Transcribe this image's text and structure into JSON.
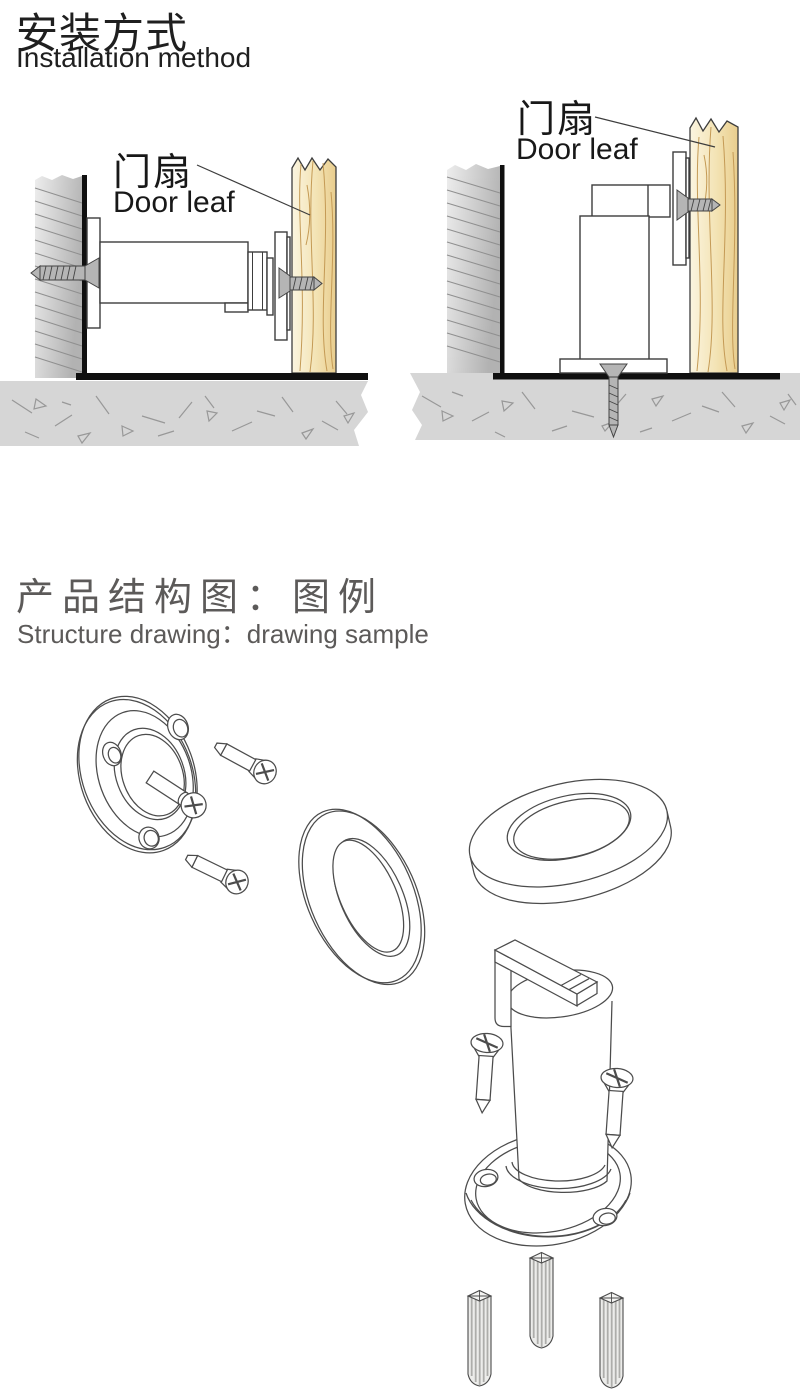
{
  "header": {
    "title_zh": "安装方式",
    "title_en": "Installation method"
  },
  "installation": {
    "wall_mount": {
      "label_zh": "门扇",
      "label_en": "Door leaf"
    },
    "floor_mount": {
      "label_zh": "门扇",
      "label_en": "Door leaf"
    }
  },
  "structure": {
    "title_zh": "产品结构图：图例",
    "title_en": "Structure drawing：drawing sample"
  },
  "colors": {
    "text_black": "#1f1f1f",
    "heading_gray": "#5c5a59",
    "outline": "#3d3d3d",
    "wood_light": "#fbf5e0",
    "wood_dark": "#e9cd8d",
    "wall_gray": "#c6c6c6",
    "floor_gray": "#d6d6d6",
    "hardware_gray": "#b5b5b5",
    "black_bar": "#101010"
  }
}
